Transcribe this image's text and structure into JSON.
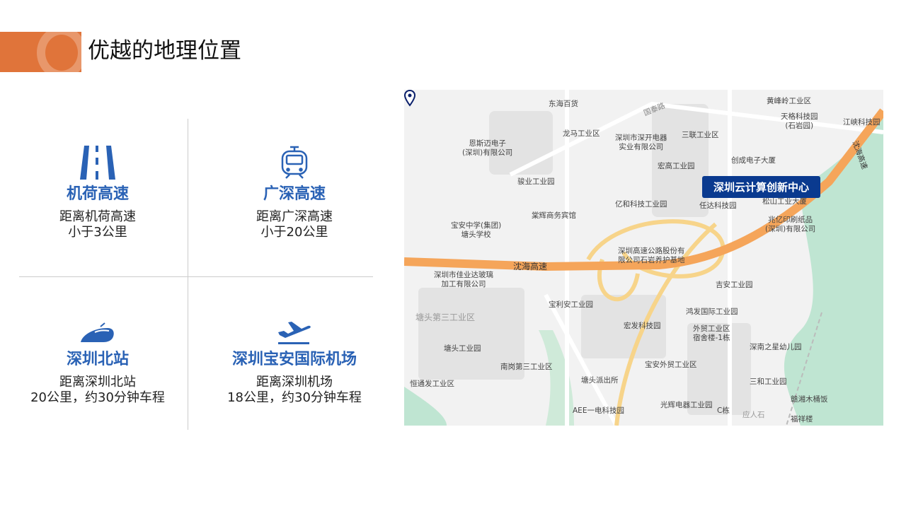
{
  "header": {
    "title": "优越的地理位置",
    "accent_color": "#e0743a"
  },
  "features": [
    {
      "icon": "highway-road-icon",
      "title": "机荷高速",
      "desc1": "距离机荷高速",
      "desc2": "小于3公里"
    },
    {
      "icon": "metro-train-icon",
      "title": "广深高速",
      "desc1": "距离广深高速",
      "desc2": "小于20公里"
    },
    {
      "icon": "bullet-train-icon",
      "title": "深圳北站",
      "desc1": "距离深圳北站",
      "desc2": "20公里，约30分钟车程"
    },
    {
      "icon": "airplane-icon",
      "title": "深圳宝安国际机场",
      "desc1": "距离深圳机场",
      "desc2": "18公里，约30分钟车程"
    }
  ],
  "feature_color": "#2a62b5",
  "map": {
    "callout": "深圳云计算创新中心",
    "roads": [
      "沈海高速",
      "国泰路",
      "沈海高速"
    ],
    "pois": [
      "东海百货",
      "龙马工业区",
      "恩斯迈电子\n(深圳)有限公司",
      "深圳市深开电器\n实业有限公司",
      "三联工业区",
      "黄峰岭工业区",
      "天格科技园\n(石岩园)",
      "江峡科技园",
      "创成电子大厦",
      "宏高工业园",
      "骏业工业园",
      "亿和科技工业园",
      "任达科技园",
      "松山工业大厦",
      "棠辉商务宾馆",
      "宝安中学(集团)\n塘头学校",
      "兆亿印刷纸品\n(深圳)有限公司",
      "深圳高速公路股份有\n限公司石岩养护基地",
      "深圳市佳业达玻璃\n加工有限公司",
      "吉安工业园",
      "宝利安工业园",
      "塘头第三工业区",
      "鸿发国际工业园",
      "宏发科技园",
      "外贸工业区\n宿舍楼-1栋",
      "深南之星幼儿园",
      "塘头工业园",
      "南岗第三工业区",
      "宝安外贸工业区",
      "恒通发工业区",
      "塘头派出所",
      "三和工业园",
      "赣湘木桶饭",
      "光辉电器工业园",
      "C栋",
      "AEE一电科技园",
      "应人石",
      "福祥楼"
    ]
  }
}
